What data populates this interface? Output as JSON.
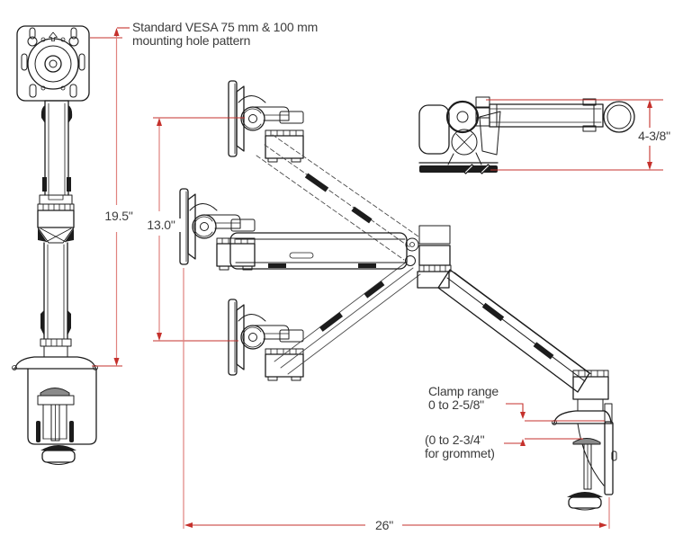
{
  "annotations": {
    "vesa_note": {
      "line1": "Standard VESA 75 mm & 100 mm",
      "line2": "mounting hole pattern"
    },
    "dim_pole_height": "19.5\"",
    "dim_lift_range": "13.0\"",
    "dim_folded_height": "4-3/8\"",
    "clamp_range": {
      "line1": "Clamp range",
      "line2": "0 to 2-5/8\""
    },
    "grommet_range": {
      "line1": "(0 to 2-3/4\"",
      "line2": "for grommet)"
    },
    "dim_reach": "26\""
  },
  "colors": {
    "dimension_red": "#c5312c",
    "dimension_pink": "#e0827e",
    "ink": "#1c1c1c",
    "background": "#ffffff",
    "text": "#3c3c3c"
  }
}
